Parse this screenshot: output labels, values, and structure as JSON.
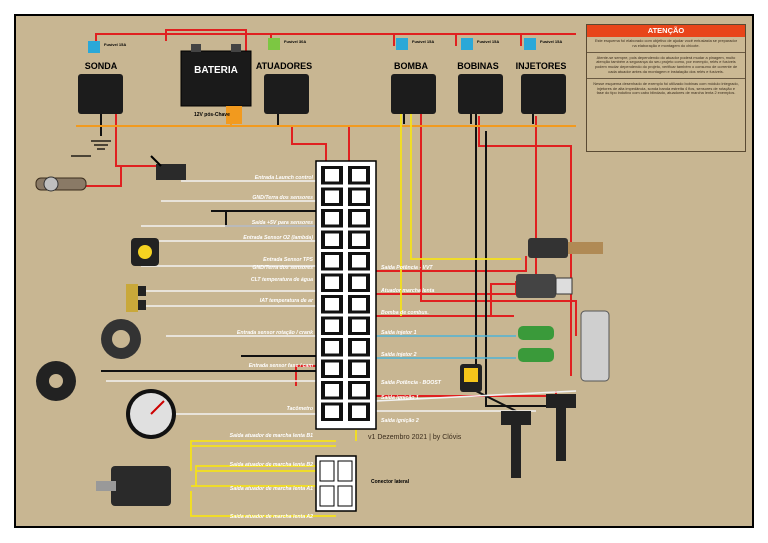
{
  "battery": {
    "label": "BATERIA",
    "switch_label": "12V pós-Chave"
  },
  "relays": [
    {
      "id": "sonda",
      "title": "SONDA",
      "fuse": "Fusível 15A"
    },
    {
      "id": "atuadores",
      "title": "ATUADORES",
      "fuse": "Fusível 30A"
    },
    {
      "id": "bomba",
      "title": "BOMBA",
      "fuse": "Fusível 15A"
    },
    {
      "id": "bobinas",
      "title": "BOBINAS",
      "fuse": "Fusível 15A"
    },
    {
      "id": "injetores",
      "title": "INJETORES",
      "fuse": "Fusível 15A"
    }
  ],
  "ecu_left_pins": [
    "Entrada Launch control",
    "GND/Terra dos sensores",
    "Saída +5V para sensores",
    "Entrada Sensor O2 (lambda)",
    "Entrada Sensor TPS",
    "GND/Terra dos sensores",
    "CLT temperatura de água",
    "IAT temperatura de ar",
    "Entrada sensor rotação / crank",
    "Entrada sensor fase / cam",
    "Tacômetro",
    "Saída atuador de marcha lenta B1",
    "Saída atuador de marcha lenta B2",
    "Saída atuador de marcha lenta A1",
    "Saída atuador de marcha lenta A2"
  ],
  "ecu_right_pins": [
    "Saída Potência - VVT",
    "Atuador marcha lenta",
    "Bomba de combus.",
    "Saída injetor 1",
    "Saída injetor 2",
    "Saída Potência - BOOST",
    "Saída ignição 1",
    "Saída ignição 2"
  ],
  "side_connector": {
    "label": "Conector lateral"
  },
  "notice": {
    "title": "ATENÇÃO",
    "paragraphs": [
      "Este esquema foi elaborado com objetivo de ajudar você entusiasta se preparador na elaboração e montagem do chicote.",
      "Atente-se sempre, pois dependendo do atuador poderá mudar a pinagem, muito atenção também a segurança do seu projeto como, por exemplo, relés e fusíveis podem mudar dependendo do projeto, verificar também o consumo de corrente de cada atuador antes da montagem e instalação dos relés e fusíveis.",
      "Nesse esquema desenhado de exemplo foi utilizado bobinas com módulo integrado, injetores de alta impedância, sonda banda estreita 4 fios, sensores de rotação e fase do tipo indutivo com cabo blindado, atuadores de marcha lenta 2 exemplos."
    ]
  },
  "footer": "v1 Dezembro 2021 | by Clóvis",
  "colors": {
    "background": "#c8b692",
    "power_wire": "#e02020",
    "ground_wire": "#111111",
    "signal_wire": "#f2f2f2",
    "switched_wire": "#f29a1e",
    "yellow_wire": "#f5e11a",
    "blue_wire": "#4fb3d6",
    "notice_header": "#e8451a",
    "fuse_blue": "#2aa8d8",
    "fuse_green": "#7cc742"
  }
}
